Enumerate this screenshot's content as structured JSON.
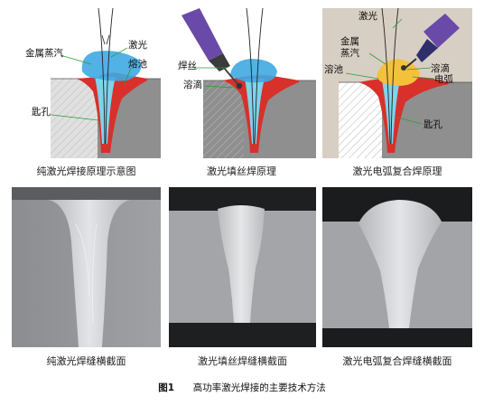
{
  "panels": {
    "pure_laser": {
      "labels": {
        "vapor": "金属蒸汽",
        "laser": "激光",
        "pool": "熔池",
        "keyhole": "匙孔"
      },
      "caption": "纯激光焊接原理示意图"
    },
    "filler_wire": {
      "labels": {
        "wire": "焊丝",
        "droplet": "溶滴"
      },
      "caption": "激光填丝焊原理"
    },
    "hybrid": {
      "labels": {
        "laser": "激光",
        "vapor": "金属\n蒸汽",
        "pool": "溶池",
        "droplet": "溶滴",
        "arc": "电弧",
        "keyhole": "匙孔"
      },
      "caption": "激光电弧复合焊原理"
    }
  },
  "cross_sections": {
    "pure_laser": "纯激光焊缝横截面",
    "filler_wire": "激光填丝焊缝横截面",
    "hybrid": "激光电弧复合焊缝横截面"
  },
  "figure": {
    "number": "图1",
    "title": "高功率激光焊接的主要技术方法"
  },
  "colors": {
    "molten_red": "#d8302a",
    "keyhole_cyan": "#7fd3ea",
    "vapor_blue": "#3fa9e2",
    "metal_gray": "#8c8c8c",
    "wire_purple": "#6a4aa8",
    "arc_yellow": "#f3c23a"
  }
}
